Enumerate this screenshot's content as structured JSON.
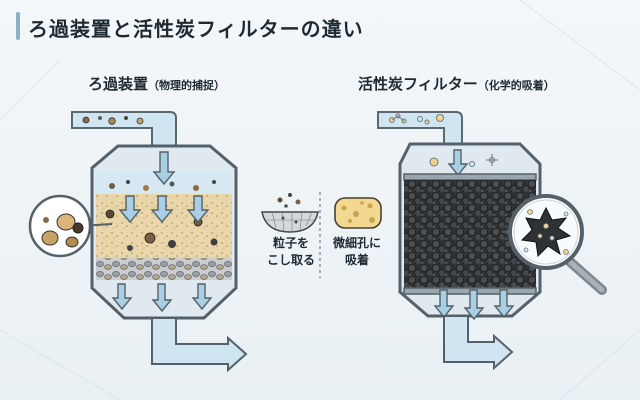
{
  "title": "ろ過装置と活性炭フィルターの違い",
  "left": {
    "title": "ろ過装置",
    "subtitle": "（物理的捕捉）"
  },
  "right": {
    "title": "活性炭フィルター",
    "subtitle": "（化学的吸着）"
  },
  "middle": {
    "left_caption": "粒子を\nこし取る",
    "right_caption": "微細孔に\n吸着"
  },
  "icons": [
    "strainer-icon",
    "sponge-icon",
    "magnifier-icon"
  ],
  "colors": {
    "water": "#cfe6f2",
    "steel": "#6b7780",
    "sand": "#e7d3a8",
    "carbon": "#3a3d40",
    "accent": "#8ab1c6"
  }
}
